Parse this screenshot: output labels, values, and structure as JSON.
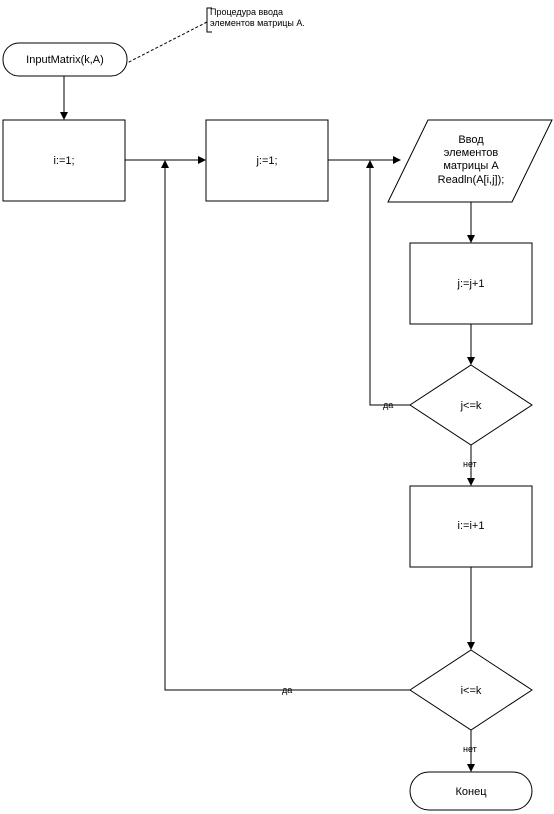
{
  "comment": {
    "line1": "Процедура ввода",
    "line2": "элементов матрицы А."
  },
  "nodes": {
    "start": "InputMatrix(k,A)",
    "init_i": "i:=1;",
    "init_j": "j:=1;",
    "input": {
      "line1": "Ввод",
      "line2": "элементов",
      "line3": "матрицы А",
      "line4": "Readln(A[i,j]);"
    },
    "inc_j": "j:=j+1",
    "cond_j": "j<=k",
    "inc_i": "i:=i+1",
    "cond_i": "i<=k",
    "end": "Конец"
  },
  "edges": {
    "cond_j_yes": "да",
    "cond_j_no": "нет",
    "cond_i_yes": "да",
    "cond_i_no": "нет"
  }
}
